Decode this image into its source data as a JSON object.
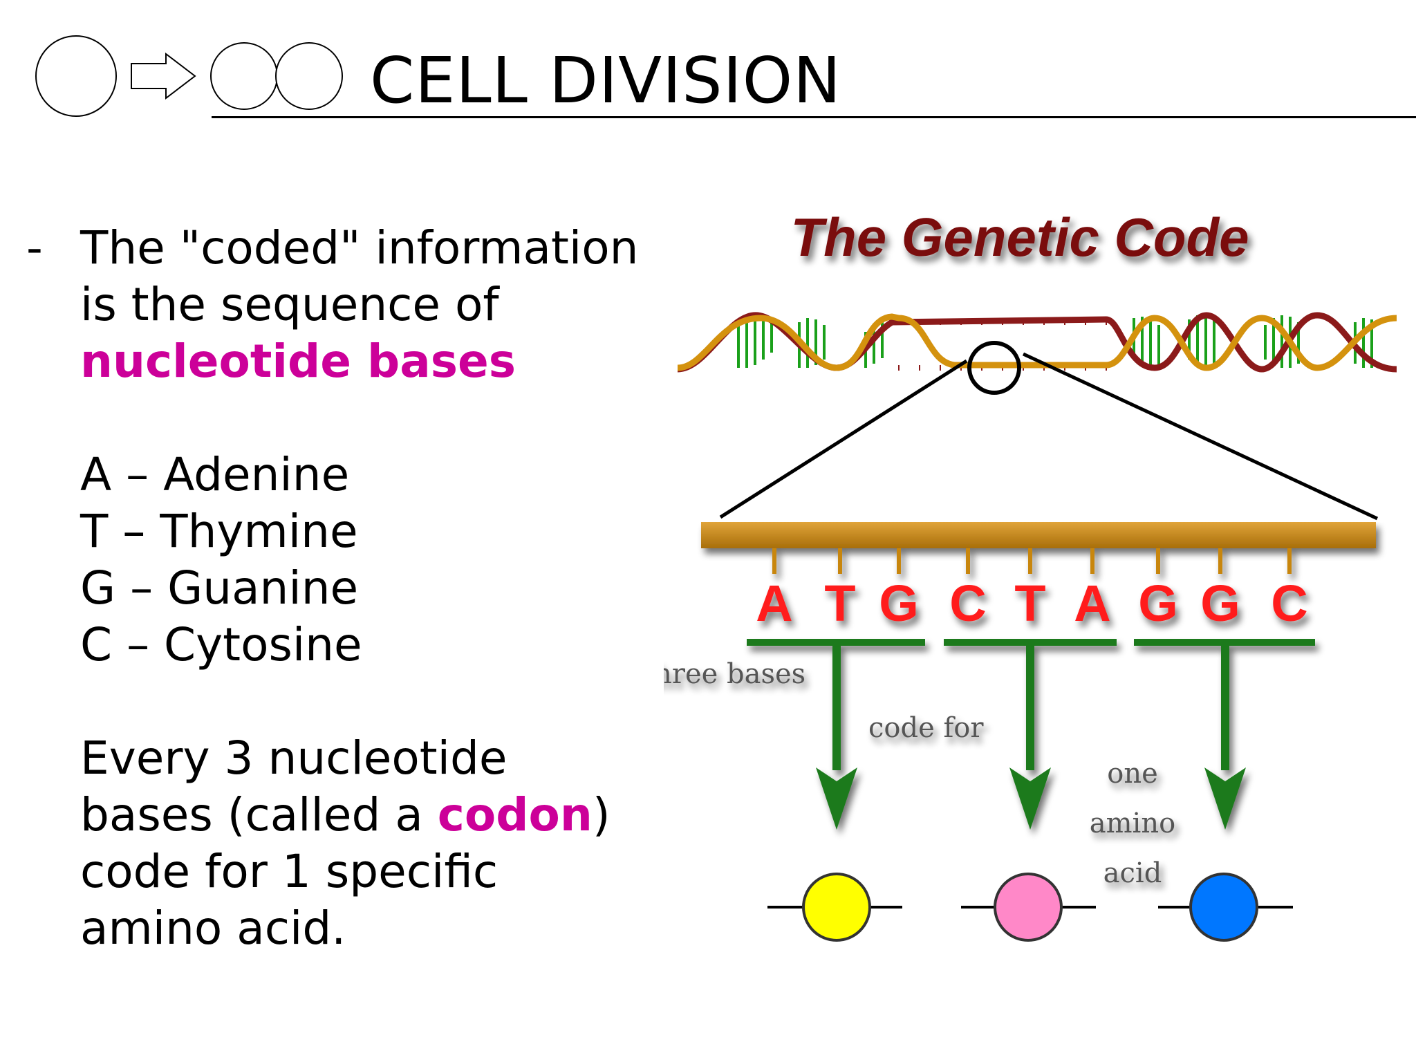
{
  "slide": {
    "title": "CELL DIVISION"
  },
  "body": {
    "bullet": "-",
    "line1": "The \"coded\" information",
    "line2": "is the sequence of",
    "highlight1": "nucleotide bases",
    "bases": [
      "A – Adenine",
      "T – Thymine",
      "G – Guanine",
      "C – Cytosine"
    ],
    "codon_line1": "Every 3 nucleotide",
    "codon_line2_pre": "bases (called a ",
    "codon_word": "codon",
    "codon_line2_post": ")",
    "codon_line3": "code for 1 specific",
    "codon_line4": "amino acid."
  },
  "figure": {
    "title": "The Genetic Code",
    "sequence": [
      "A",
      "T",
      "G",
      "C",
      "T",
      "A",
      "G",
      "G",
      "C"
    ],
    "label_three_bases": "three bases",
    "label_code_for": "code for",
    "label_one": "one",
    "label_amino": "amino",
    "label_acid": "acid",
    "amino_acid_colors": [
      "#ffff00",
      "#ff88c8",
      "#0077ff"
    ],
    "colors": {
      "title": "#7a1010",
      "letters": "#ff1a1a",
      "arrows": "#1a7a1a",
      "strand_gold": "#c8860a",
      "strand_red": "#8b1a1a",
      "accent_pink": "#cc0099"
    }
  }
}
